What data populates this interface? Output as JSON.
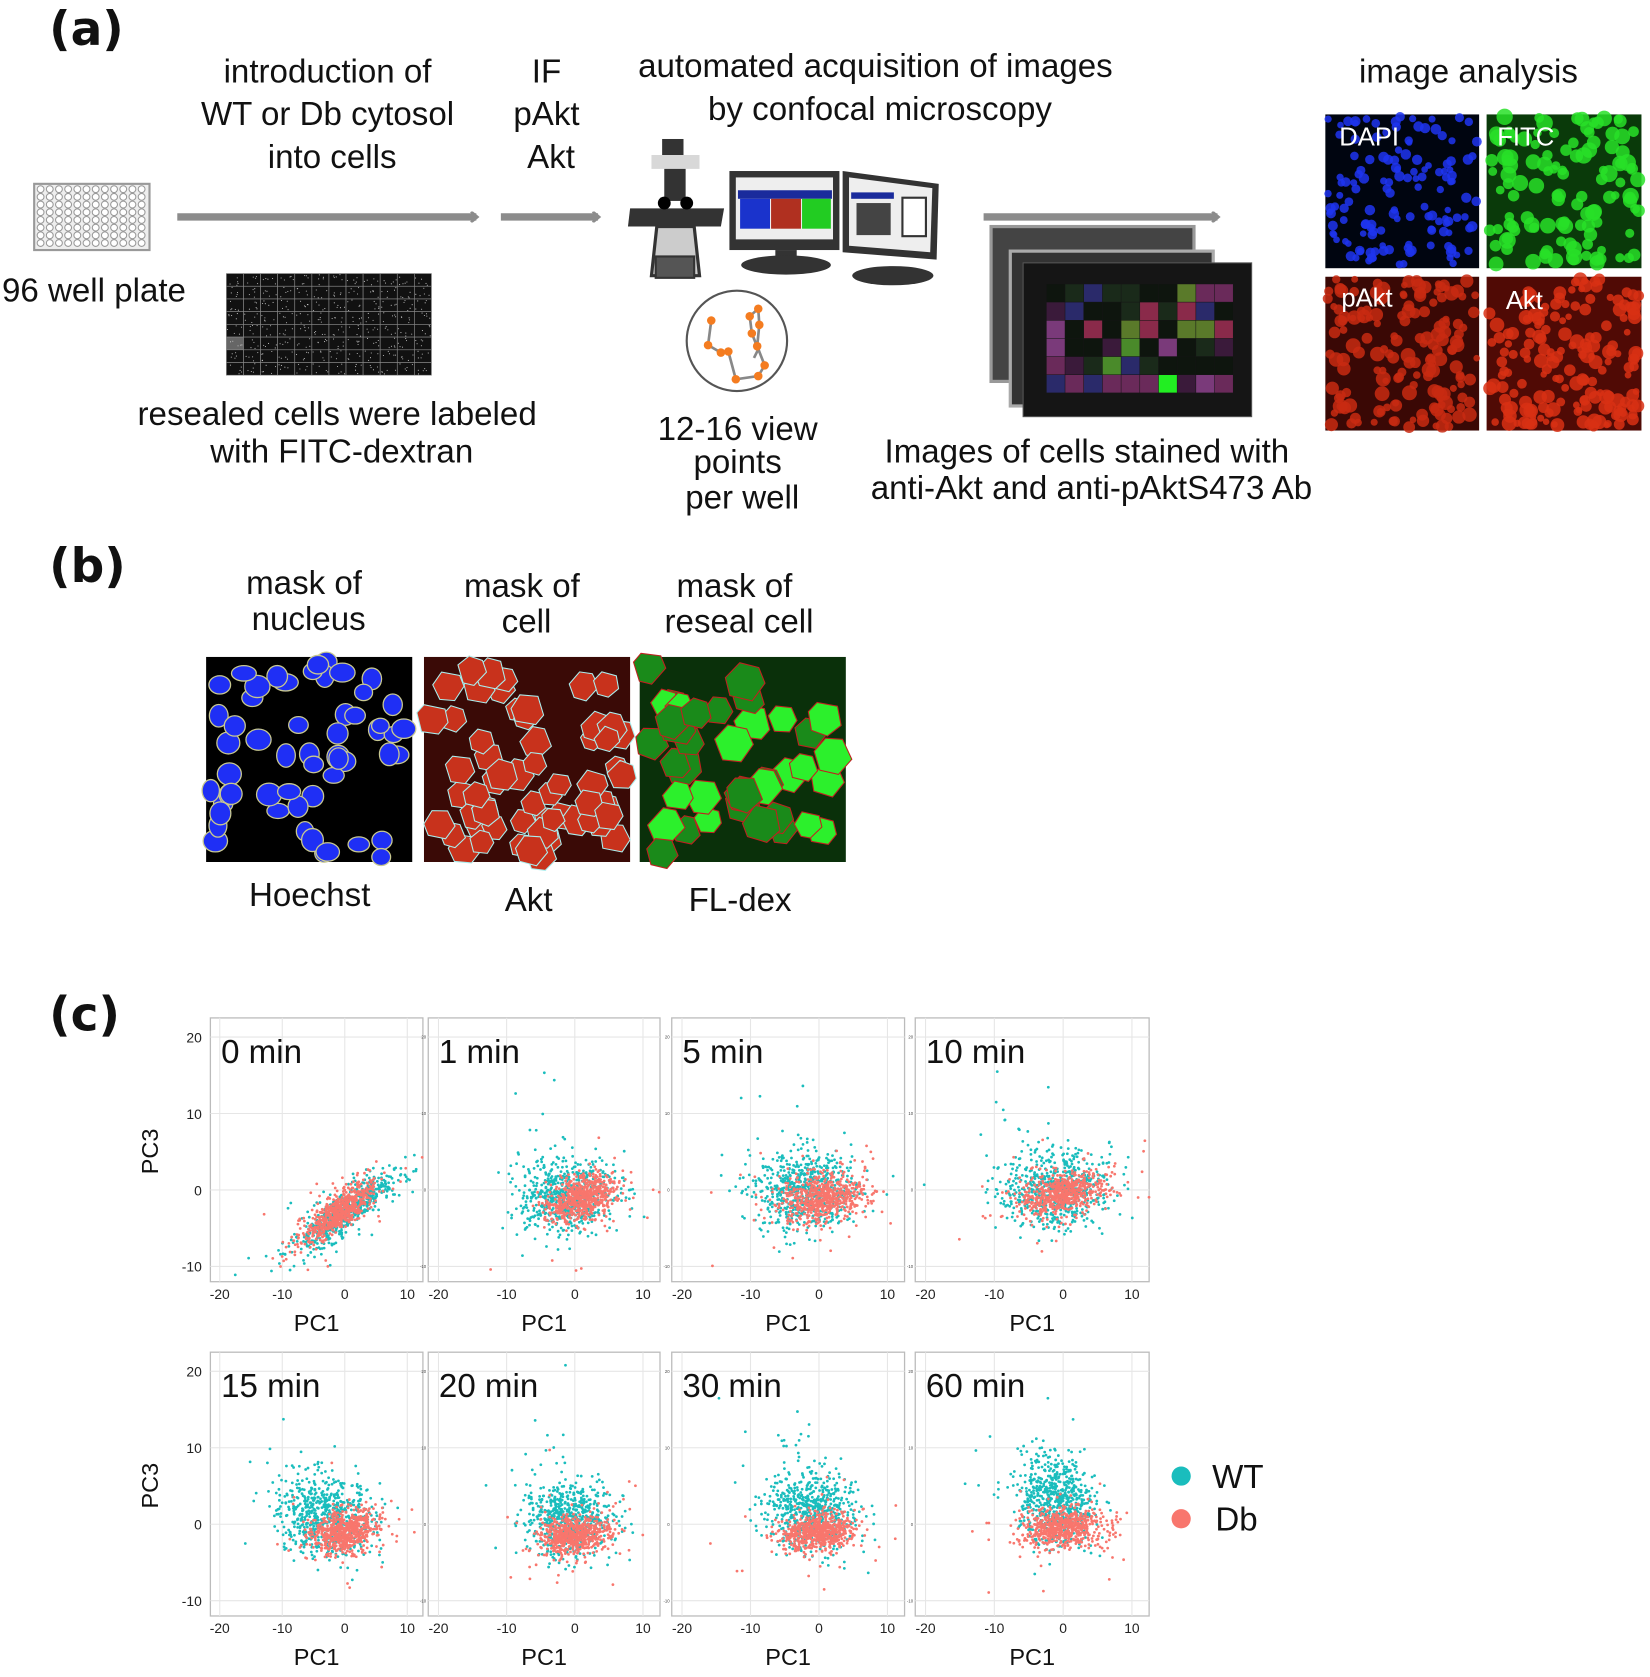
{
  "panel_a": {
    "label": "(a)",
    "plate_label": "96 well plate",
    "step1": [
      "introduction of",
      "WT or Db cytosol",
      "into cells"
    ],
    "step2": [
      "IF",
      "pAkt",
      "Akt"
    ],
    "step3": [
      "automated acquisition of images",
      "by  confocal microscopy"
    ],
    "resealed": [
      "resealed cells were labeled",
      "with FITC-dextran"
    ],
    "viewpoints": [
      "12-16 view",
      "points",
      "per well"
    ],
    "images_caption": [
      "Images of cells stained with",
      "anti-Akt and anti-pAktS473 Ab"
    ],
    "analysis_title": "image analysis",
    "channels": [
      "DAPI",
      "FITC",
      "pAkt",
      "Akt"
    ]
  },
  "panel_b": {
    "label": "(b)",
    "masks": [
      {
        "title": [
          "mask of",
          "nucleus"
        ],
        "stain": "Hoechst"
      },
      {
        "title": [
          "mask of",
          "cell"
        ],
        "stain": "Akt"
      },
      {
        "title": [
          "mask of",
          "reseal cell"
        ],
        "stain": "FL-dex"
      }
    ]
  },
  "panel_c": {
    "label": "(c)"
  },
  "chart_data": {
    "type": "scatter",
    "xlabel": "PC1",
    "ylabel": "PC3",
    "xlim": [
      -21.5,
      12.5
    ],
    "ylim": [
      -12,
      22.5
    ],
    "xticks": [
      -20,
      -10,
      0,
      10
    ],
    "yticks": [
      -10,
      0,
      10,
      20
    ],
    "grid": true,
    "legend": {
      "placement": "right",
      "entries": [
        "WT",
        "Db"
      ]
    },
    "colors": {
      "WT": "#1ABDBD",
      "Db": "#F8766D"
    },
    "panels": [
      {
        "title": "0 min",
        "WT": {
          "center": [
            0,
            -3
          ],
          "spread": [
            4,
            2.5
          ],
          "corr": 0.85
        },
        "Db": {
          "center": [
            -1,
            -3
          ],
          "spread": [
            3,
            2
          ],
          "corr": 0.8
        }
      },
      {
        "title": "1 min",
        "WT": {
          "center": [
            -1,
            -1
          ],
          "spread": [
            3.5,
            2.4
          ],
          "corr": 0.2
        },
        "Db": {
          "center": [
            1,
            -1
          ],
          "spread": [
            2.5,
            1.6
          ],
          "corr": 0.4
        }
      },
      {
        "title": "5 min",
        "WT": {
          "center": [
            -2,
            0
          ],
          "spread": [
            3.6,
            2.6
          ],
          "corr": 0.1
        },
        "Db": {
          "center": [
            0.5,
            -1
          ],
          "spread": [
            3.2,
            1.6
          ],
          "corr": 0.3
        }
      },
      {
        "title": "10 min",
        "WT": {
          "center": [
            -1,
            0
          ],
          "spread": [
            4,
            2.4
          ],
          "corr": 0.1
        },
        "Db": {
          "center": [
            0,
            -0.5
          ],
          "spread": [
            3,
            1.5
          ],
          "corr": 0.3
        }
      },
      {
        "title": "15 min",
        "WT": {
          "center": [
            -3,
            1
          ],
          "spread": [
            3.8,
            2.6
          ],
          "corr": -0.1
        },
        "Db": {
          "center": [
            0,
            -1
          ],
          "spread": [
            2.6,
            1.4
          ],
          "corr": 0.2
        }
      },
      {
        "title": "20 min",
        "WT": {
          "center": [
            -1,
            0.5
          ],
          "spread": [
            3.2,
            2.4
          ],
          "corr": 0
        },
        "Db": {
          "center": [
            0,
            -1.5
          ],
          "spread": [
            2.5,
            1.2
          ],
          "corr": 0.2
        }
      },
      {
        "title": "30 min",
        "WT": {
          "center": [
            -1,
            1.5
          ],
          "spread": [
            3.2,
            2.6
          ],
          "corr": 0
        },
        "Db": {
          "center": [
            0,
            -1
          ],
          "spread": [
            2.6,
            1.2
          ],
          "corr": 0.2
        }
      },
      {
        "title": "60 min",
        "WT": {
          "center": [
            -1,
            3
          ],
          "spread": [
            2.8,
            2.8
          ],
          "corr": 0
        },
        "Db": {
          "center": [
            0,
            -0.5
          ],
          "spread": [
            2.8,
            1.3
          ],
          "corr": 0.1
        }
      }
    ]
  }
}
